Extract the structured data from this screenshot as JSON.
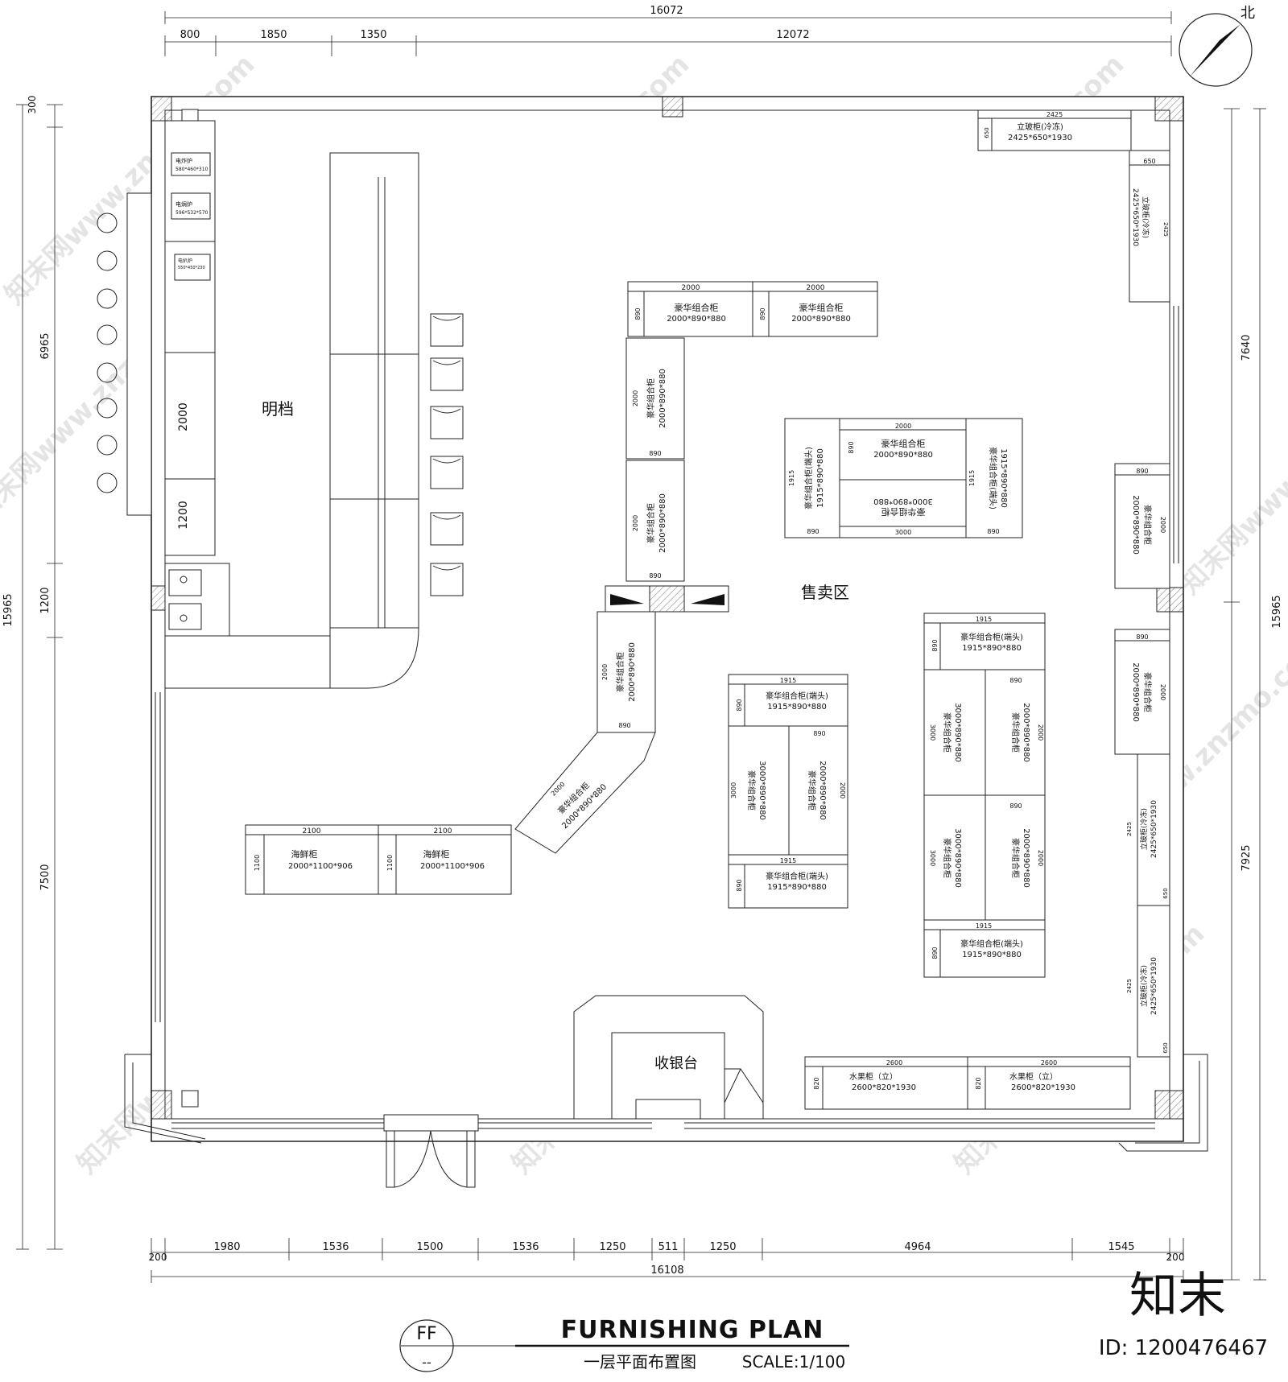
{
  "north_label": "北",
  "title": {
    "tag": "FF",
    "tag_sub": "--",
    "main": "FURNISHING PLAN",
    "sub": "一层平面布置图",
    "scale": "SCALE:1/100"
  },
  "brand": {
    "logo": "知末",
    "id": "ID: 1200476467"
  },
  "watermark": "知末网www.znzmo.com",
  "dims": {
    "top_total": "16072",
    "top_segments": [
      "800",
      "1850",
      "1350",
      "12072"
    ],
    "bottom_total": "16108",
    "bottom_segments": [
      "200",
      "1980",
      "1536",
      "1500",
      "1536",
      "1250",
      "511",
      "1250",
      "4964",
      "1545",
      "200"
    ],
    "left_total": "15965",
    "left_segments": [
      "300",
      "6965",
      "1200",
      "7500"
    ],
    "right_total": "15965",
    "right_segments": [
      "7640",
      "7925"
    ],
    "kitchen_2000": "2000",
    "kitchen_1200": "1200"
  },
  "zones": {
    "open_kitchen": "明档",
    "sales_area": "售卖区",
    "cashier": "收银台"
  },
  "appliances": [
    {
      "name": "电炸炉",
      "size": "580*460*310"
    },
    {
      "name": "电焗炉",
      "size": "596*532*570"
    },
    {
      "name": "电扒炉",
      "size": "550*450*230"
    }
  ],
  "fixtures": {
    "combo": "豪华组合柜",
    "combo_size": "2000*890*880",
    "combo_end": "豪华组合柜(端头)",
    "combo_end_size": "1915*890*880",
    "seafood": "海鲜柜",
    "seafood_size": "2000*1100*906",
    "fruit": "水果柜（立）",
    "fruit_size": "2600*820*1930",
    "freezer": "立玻柜(冷冻)",
    "freezer_size": "2425*650*1930",
    "d2000": "2000",
    "d890": "890",
    "d1915": "1915",
    "d2100": "2100",
    "d1100": "1100",
    "d2600": "2600",
    "d820": "820",
    "d2425": "2425",
    "d650": "650",
    "d3000": "3000",
    "flip_text": "3000*890*880",
    "flip_name": "豪华组合柜"
  }
}
